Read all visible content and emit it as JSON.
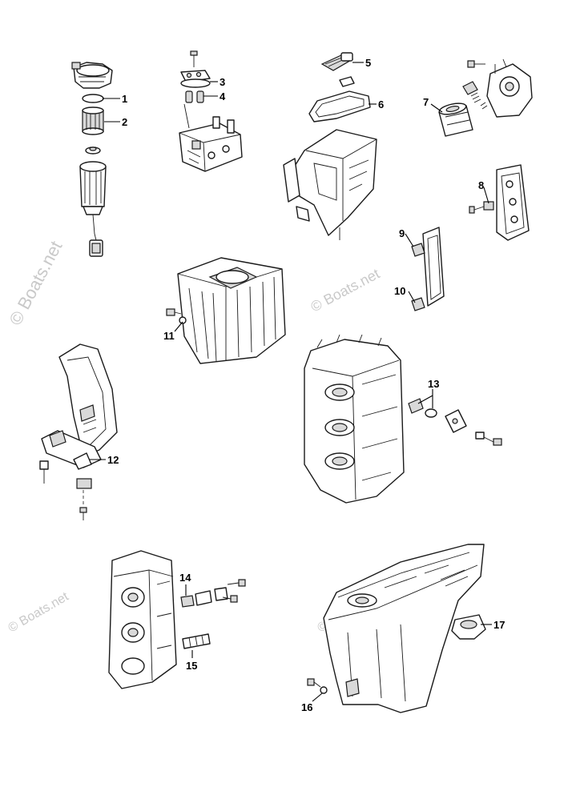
{
  "watermark": {
    "text": "© Boats.net",
    "color": "#c9c9c9"
  },
  "callouts": [
    "1",
    "2",
    "3",
    "4",
    "5",
    "6",
    "7",
    "8",
    "9",
    "10",
    "11",
    "12",
    "13",
    "14",
    "15",
    "16",
    "17"
  ],
  "colors": {
    "line": "#1a1a1a",
    "background": "#ffffff",
    "shade": "#d9d9d9"
  }
}
